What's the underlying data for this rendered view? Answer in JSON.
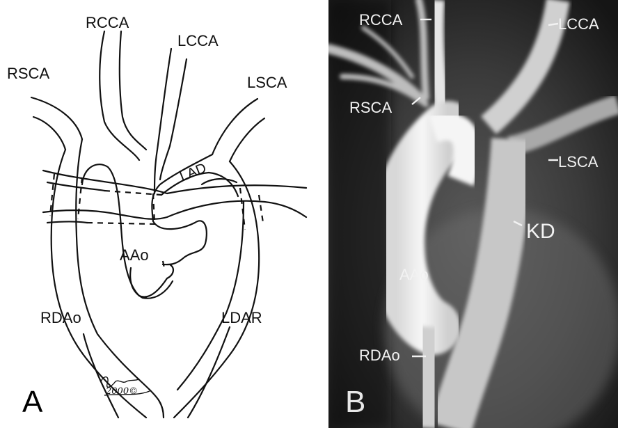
{
  "panel_a": {
    "letter": "A",
    "labels": {
      "rcca": "RCCA",
      "lcca": "LCCA",
      "rsca": "RSCA",
      "lsca": "LSCA",
      "lad": "LAD",
      "aao": "AAo",
      "rdao": "RDAo",
      "ldar": "LDAR"
    },
    "signature": "Rldrys",
    "copyright": "2000©"
  },
  "panel_b": {
    "letter": "B",
    "labels": {
      "rcca": "RCCA",
      "lcca": "LCCA",
      "rsca": "RSCA",
      "lsca": "LSCA",
      "kd": "KD",
      "aao": "AAo",
      "rdao": "RDAo"
    }
  }
}
